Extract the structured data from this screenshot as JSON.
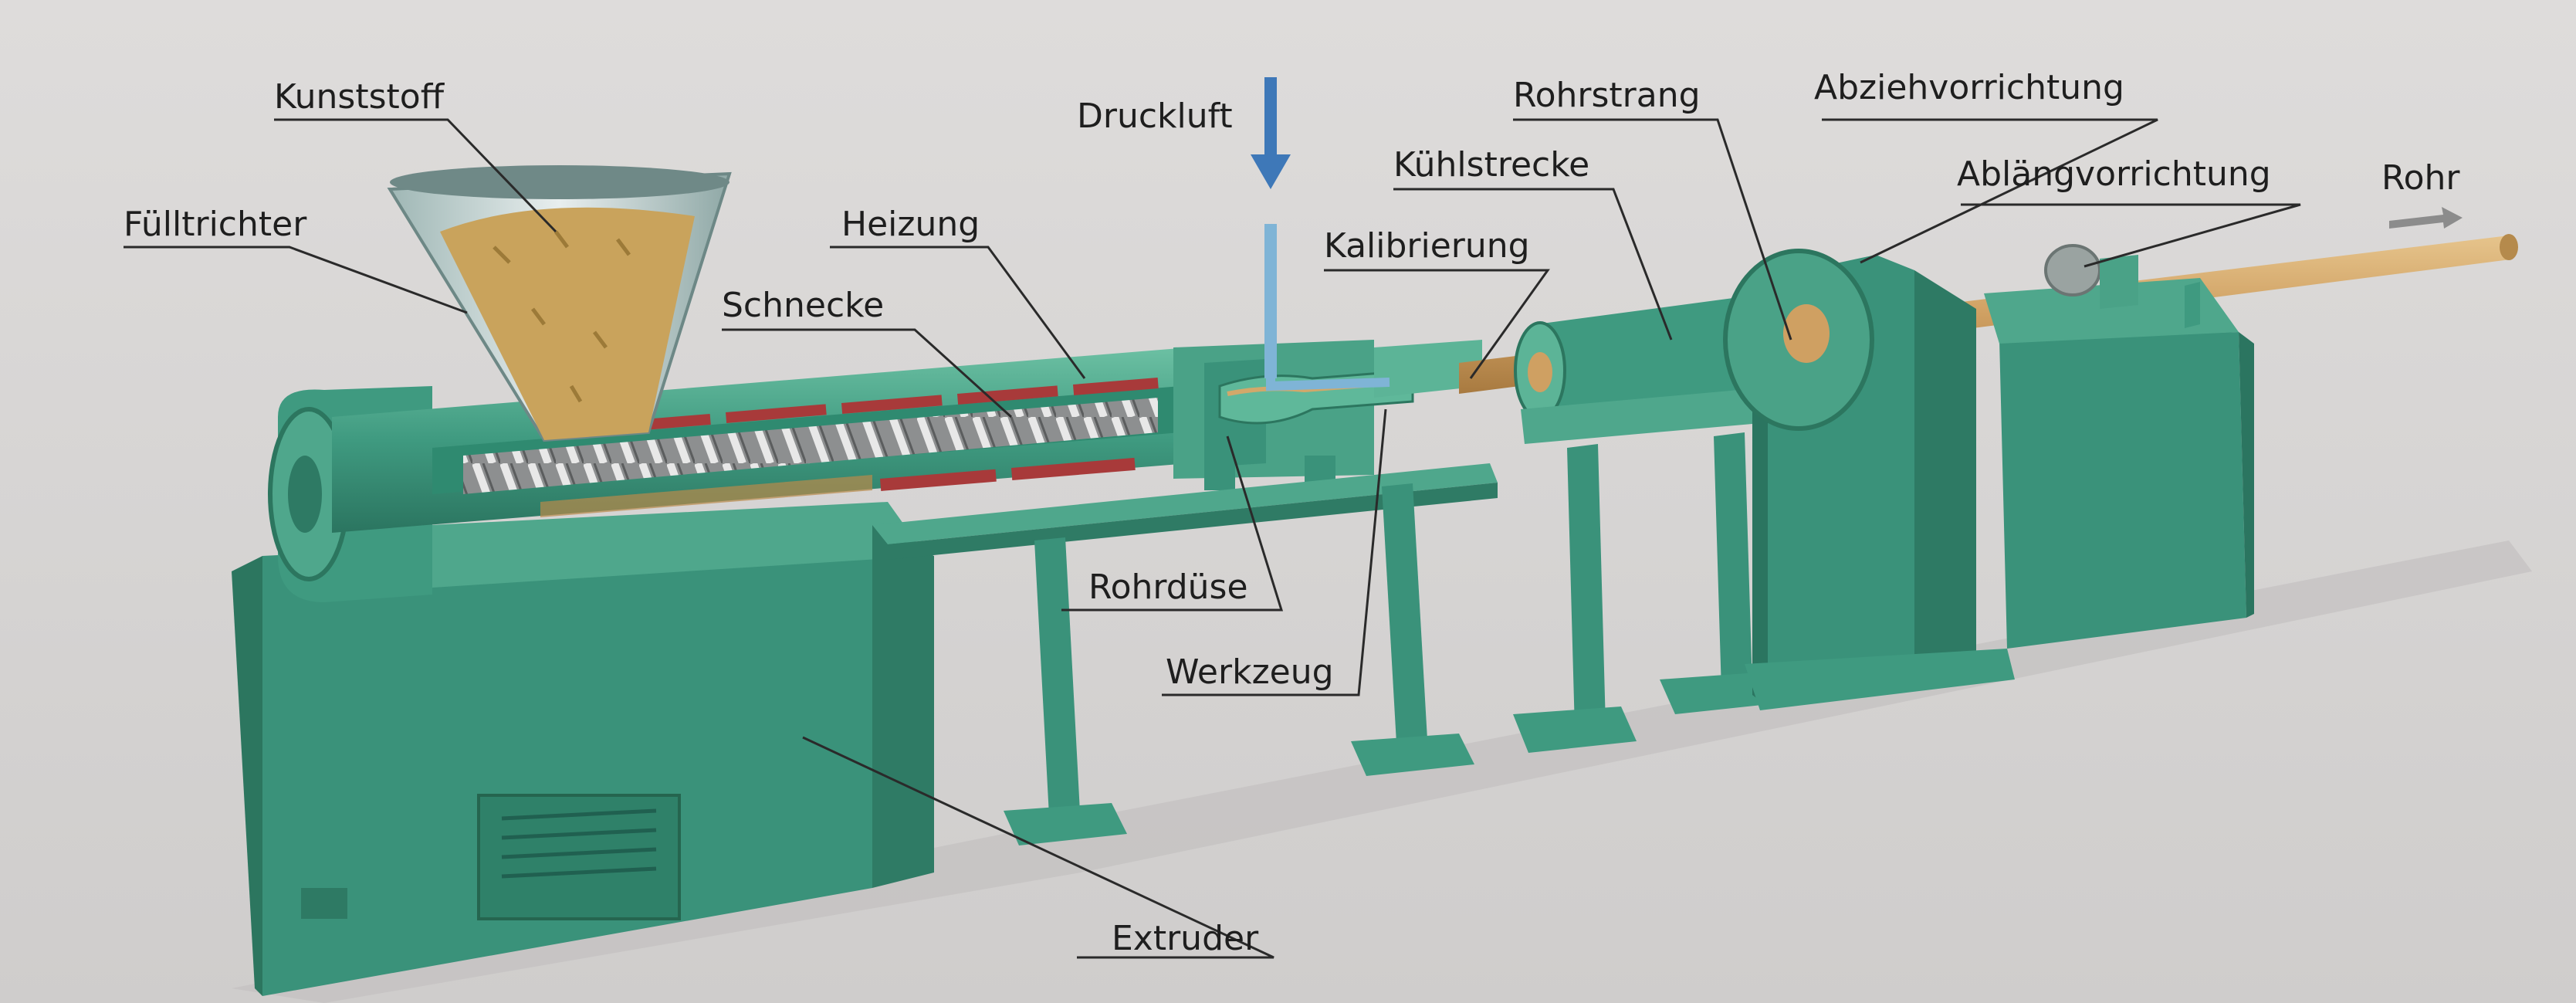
{
  "labels": {
    "kunststoff": "Kunststoff",
    "fuelltrichter": "Fülltrichter",
    "schnecke": "Schnecke",
    "heizung": "Heizung",
    "druckluft": "Druckluft",
    "rohrduese": "Rohrdüse",
    "werkzeug": "Werkzeug",
    "kalibrierung": "Kalibrierung",
    "kuehlstrecke": "Kühlstrecke",
    "rohrstrang": "Rohrstrang",
    "abziehvorrichtung": "Abziehvorrichtung",
    "ablaengvorrichtung": "Ablängvorrichtung",
    "rohr": "Rohr",
    "extruder": "Extruder"
  },
  "colors": {
    "background": "#d9d7d6",
    "machine": "#3f9a80",
    "machine_dark": "#2e7a64",
    "machine_light": "#5cb497",
    "heater": "#a83a3a",
    "plastic": "#c9a35c",
    "pipe": "#d2a86a",
    "air_arrow": "#3e78b8",
    "leader": "#2a2a2a"
  },
  "icons": [
    "down-arrow-icon",
    "right-arrow-icon"
  ]
}
